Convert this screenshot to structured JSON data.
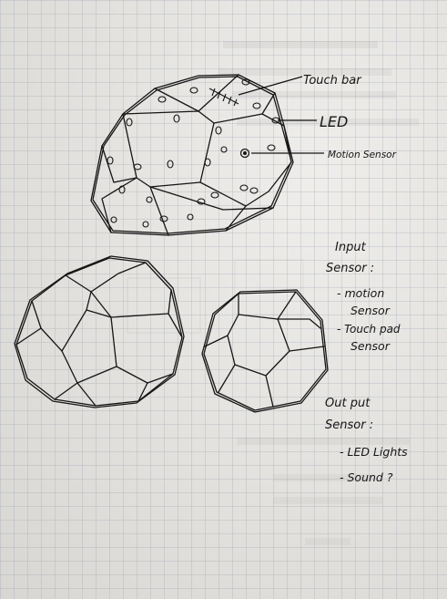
{
  "labels": {
    "touch_bar": "Touch bar",
    "led": "LED",
    "motion_sensor": "Motion Sensor",
    "input_title_1": "Input",
    "input_title_2": "Sensor :",
    "input_item1_line1": "- motion",
    "input_item1_line2": "Sensor",
    "input_item2_line1": "- Touch pad",
    "input_item2_line2": "Sensor",
    "output_title_1": "Out put",
    "output_title_2": "Sensor :",
    "output_item1": "- LED Lights",
    "output_item2": "- Sound ?"
  },
  "colors": {
    "ink": "#151515",
    "paper": "#e6e4e0",
    "grid": "#96a0af"
  }
}
